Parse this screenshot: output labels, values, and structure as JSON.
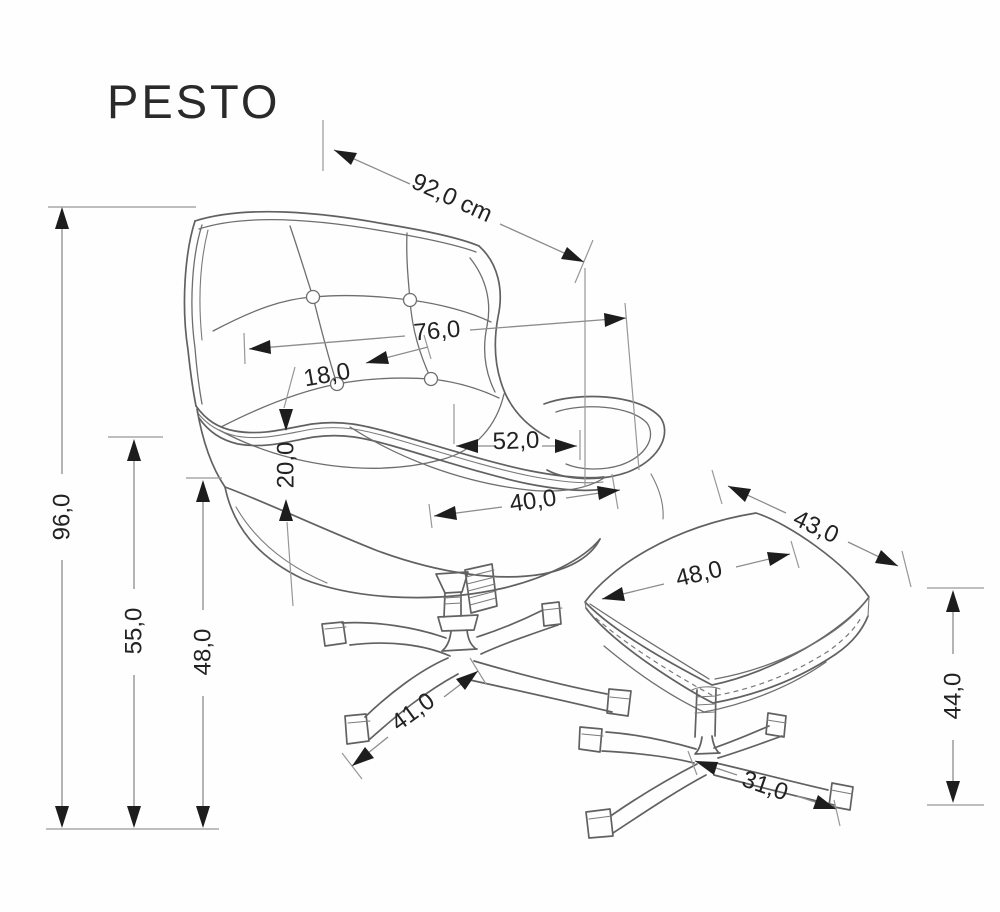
{
  "title": "PESTO",
  "dimensions": {
    "total_width": "92,0 cm",
    "back_width": "76,0",
    "back_thickness": "18,0",
    "seat_width": "52,0",
    "seat_depth": "40,0",
    "shell_thickness": "20,0",
    "total_height": "96,0",
    "armrest_height": "55,0",
    "seat_height": "48,0",
    "base_leg_length": "41,0",
    "stool_depth": "43,0",
    "stool_width": "48,0",
    "stool_base_leg_length": "31,0",
    "stool_height": "44,0"
  },
  "colors": {
    "background": "#ffffff",
    "drawing_line": "#616161",
    "dimension_line": "#8c8c8c",
    "ink": "#1d1d1d"
  }
}
